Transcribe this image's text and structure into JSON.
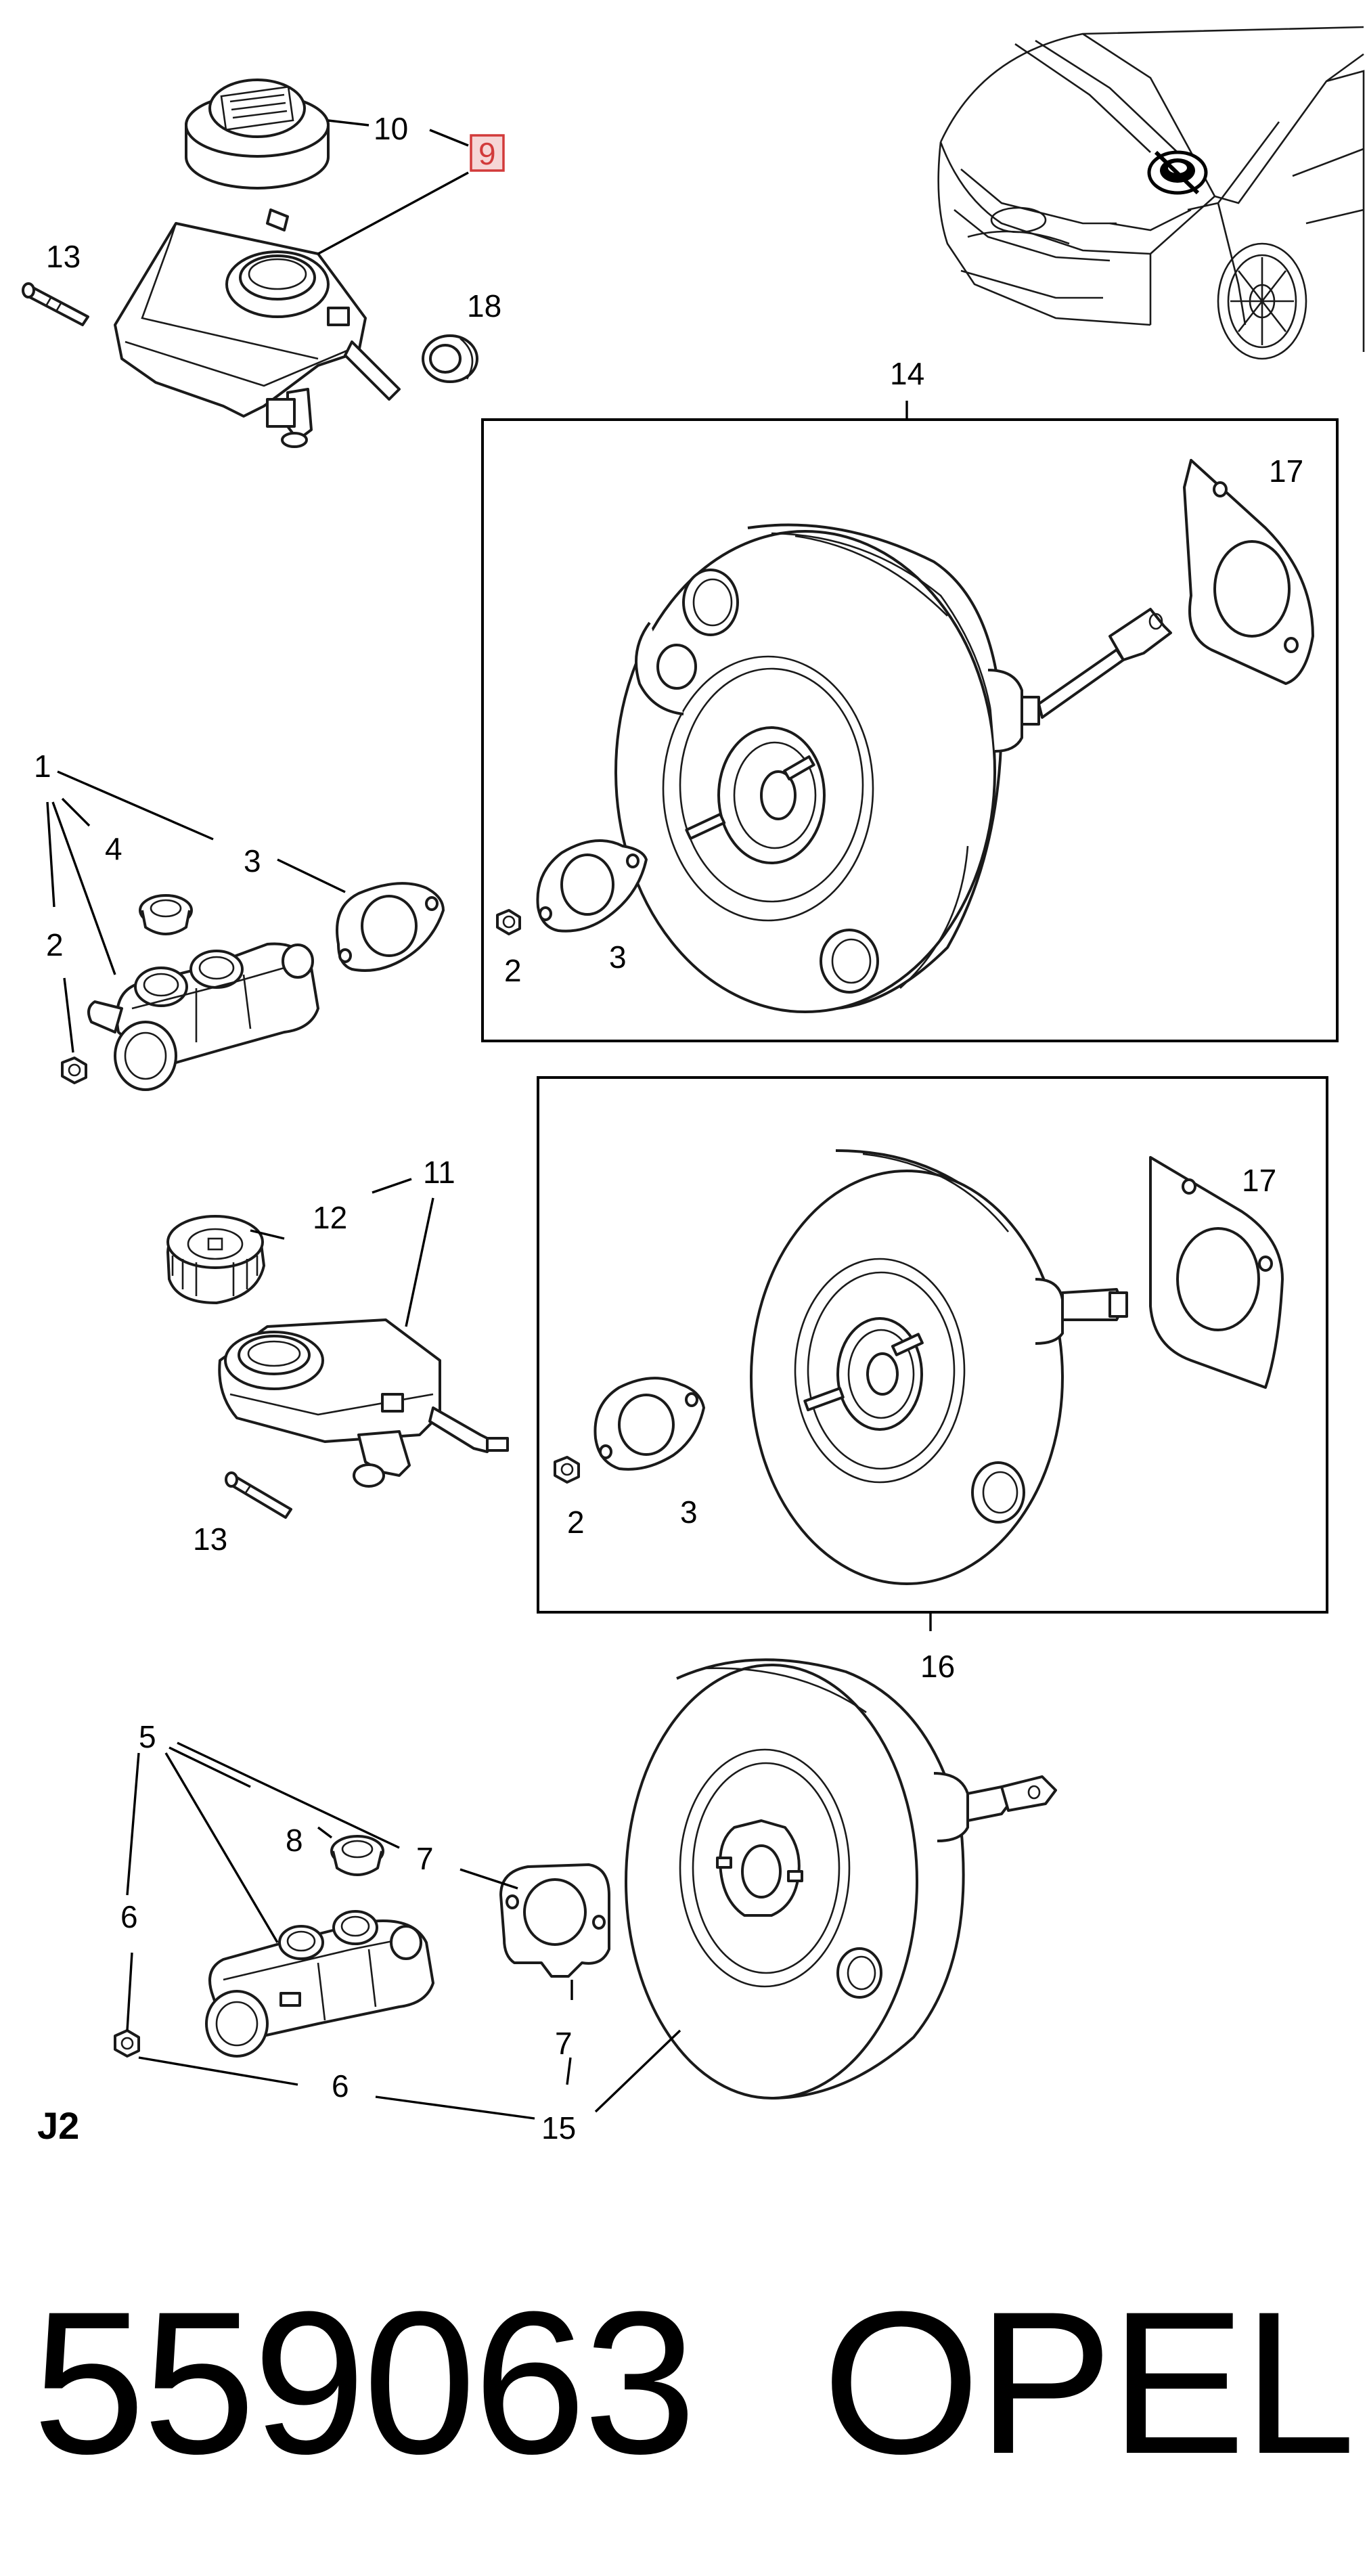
{
  "diagram": {
    "page_code": "J2",
    "highlighted_label": "9",
    "highlight_color": "#d23a3a",
    "callouts": {
      "c10": "10",
      "c9": "9",
      "c13a": "13",
      "c18": "18",
      "c14": "14",
      "c17a": "17",
      "c1": "1",
      "c4": "4",
      "c3a": "3",
      "c2a": "2",
      "c2b": "2",
      "c3b": "3",
      "c12": "12",
      "c11": "11",
      "c17b": "17",
      "c13b": "13",
      "c2c": "2",
      "c3c": "3",
      "c16": "16",
      "c5": "5",
      "c8": "8",
      "c7a": "7",
      "c6a": "6",
      "c7b": "7",
      "c6b": "6",
      "c15": "15"
    }
  },
  "footer": {
    "part_number": "559063",
    "brand": "OPEL"
  }
}
